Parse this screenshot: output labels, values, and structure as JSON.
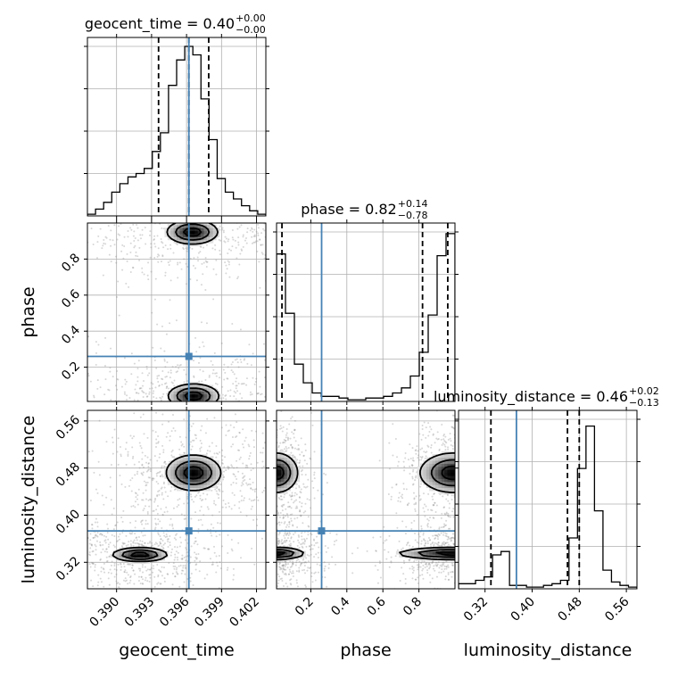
{
  "chart_data": {
    "type": "corner",
    "truth_color": "#4682b4",
    "parameters": [
      {
        "name": "geocent_time",
        "axis_label": "geocent_time",
        "range": [
          0.3875,
          0.4028
        ],
        "ticks": [
          0.39,
          0.393,
          0.396,
          0.399,
          0.402
        ],
        "tick_labels": [
          "0.390",
          "0.393",
          "0.396",
          "0.399",
          "0.402"
        ],
        "truth": 0.3962,
        "quantiles": [
          0.3936,
          0.3962,
          0.3979
        ],
        "title": {
          "base": "geocent_time = 0.40",
          "plus": "+0.00",
          "minus": "−0.00"
        },
        "hist_y_max": 1.0,
        "hist_counts": [
          0.01,
          0.04,
          0.08,
          0.14,
          0.19,
          0.23,
          0.25,
          0.28,
          0.38,
          0.49,
          0.77,
          0.92,
          1.0,
          0.95,
          0.69,
          0.45,
          0.22,
          0.14,
          0.1,
          0.06,
          0.03,
          0.01
        ]
      },
      {
        "name": "phase",
        "axis_label": "phase",
        "range": [
          0.01,
          1.0
        ],
        "ticks": [
          0.2,
          0.4,
          0.6,
          0.8
        ],
        "tick_labels": [
          "0.2",
          "0.4",
          "0.6",
          "0.8"
        ],
        "truth": 0.26,
        "quantiles": [
          0.04,
          0.82,
          0.96
        ],
        "title": {
          "base": "phase = 0.82",
          "plus": "+0.14",
          "minus": "−0.78"
        },
        "hist_y_max": 1.0,
        "hist_counts": [
          0.87,
          0.52,
          0.22,
          0.11,
          0.05,
          0.03,
          0.03,
          0.02,
          0.01,
          0.01,
          0.02,
          0.02,
          0.03,
          0.05,
          0.08,
          0.15,
          0.29,
          0.51,
          0.86,
          0.99
        ]
      },
      {
        "name": "luminosity_distance",
        "axis_label": "luminosity_distance",
        "range": [
          0.275,
          0.578
        ],
        "ticks": [
          0.32,
          0.4,
          0.48,
          0.56
        ],
        "tick_labels": [
          "0.32",
          "0.40",
          "0.48",
          "0.56"
        ],
        "truth": 0.3733,
        "quantiles": [
          0.33,
          0.46,
          0.48
        ],
        "title": {
          "base": "luminosity_distance = 0.46",
          "plus": "+0.02",
          "minus": "−0.13"
        },
        "hist_y_max": 1.0,
        "hist_counts": [
          0.03,
          0.03,
          0.05,
          0.07,
          0.2,
          0.22,
          0.02,
          0.02,
          0.01,
          0.01,
          0.02,
          0.03,
          0.05,
          0.3,
          0.71,
          0.96,
          0.46,
          0.11,
          0.04,
          0.02,
          0.01
        ]
      }
    ],
    "panel_tick_labels": {
      "phase_y": [
        "0.2",
        "0.4",
        "0.6",
        "0.8"
      ],
      "luminosity_distance_y": [
        "0.32",
        "0.40",
        "0.48",
        "0.56"
      ]
    },
    "pairs": [
      {
        "x": "geocent_time",
        "y": "phase",
        "modes": [
          {
            "cx": 0.3965,
            "cy": 0.95,
            "sx": 0.0013,
            "sy": 0.04,
            "spread_x": 0.0055,
            "spread_y": 0.12
          },
          {
            "cx": 0.3966,
            "cy": 0.04,
            "sx": 0.0013,
            "sy": 0.04,
            "spread_x": 0.0055,
            "spread_y": 0.12
          }
        ],
        "contour_levels": [
          0.25,
          0.55,
          0.85
        ]
      },
      {
        "x": "geocent_time",
        "y": "luminosity_distance",
        "modes": [
          {
            "cx": 0.3966,
            "cy": 0.472,
            "sx": 0.0014,
            "sy": 0.018,
            "spread_x": 0.004,
            "spread_y": 0.04
          },
          {
            "cx": 0.392,
            "cy": 0.333,
            "sx": 0.0014,
            "sy": 0.007,
            "spread_x": 0.0035,
            "spread_y": 0.03
          }
        ],
        "contour_levels": [
          0.25,
          0.55,
          0.85
        ]
      },
      {
        "x": "phase",
        "y": "luminosity_distance",
        "modes": [
          {
            "cx": 0.01,
            "cy": 0.472,
            "sx": 0.07,
            "sy": 0.02,
            "spread_x": 0.1,
            "spread_y": 0.04
          },
          {
            "cx": 0.99,
            "cy": 0.472,
            "sx": 0.11,
            "sy": 0.02,
            "spread_x": 0.15,
            "spread_y": 0.04
          },
          {
            "cx": 0.01,
            "cy": 0.335,
            "sx": 0.09,
            "sy": 0.006,
            "spread_x": 0.12,
            "spread_y": 0.025
          },
          {
            "cx": 0.99,
            "cy": 0.335,
            "sx": 0.18,
            "sy": 0.006,
            "spread_x": 0.2,
            "spread_y": 0.025
          }
        ],
        "contour_levels": [
          0.25,
          0.55,
          0.85
        ]
      }
    ],
    "grid": true,
    "legend": "none"
  }
}
